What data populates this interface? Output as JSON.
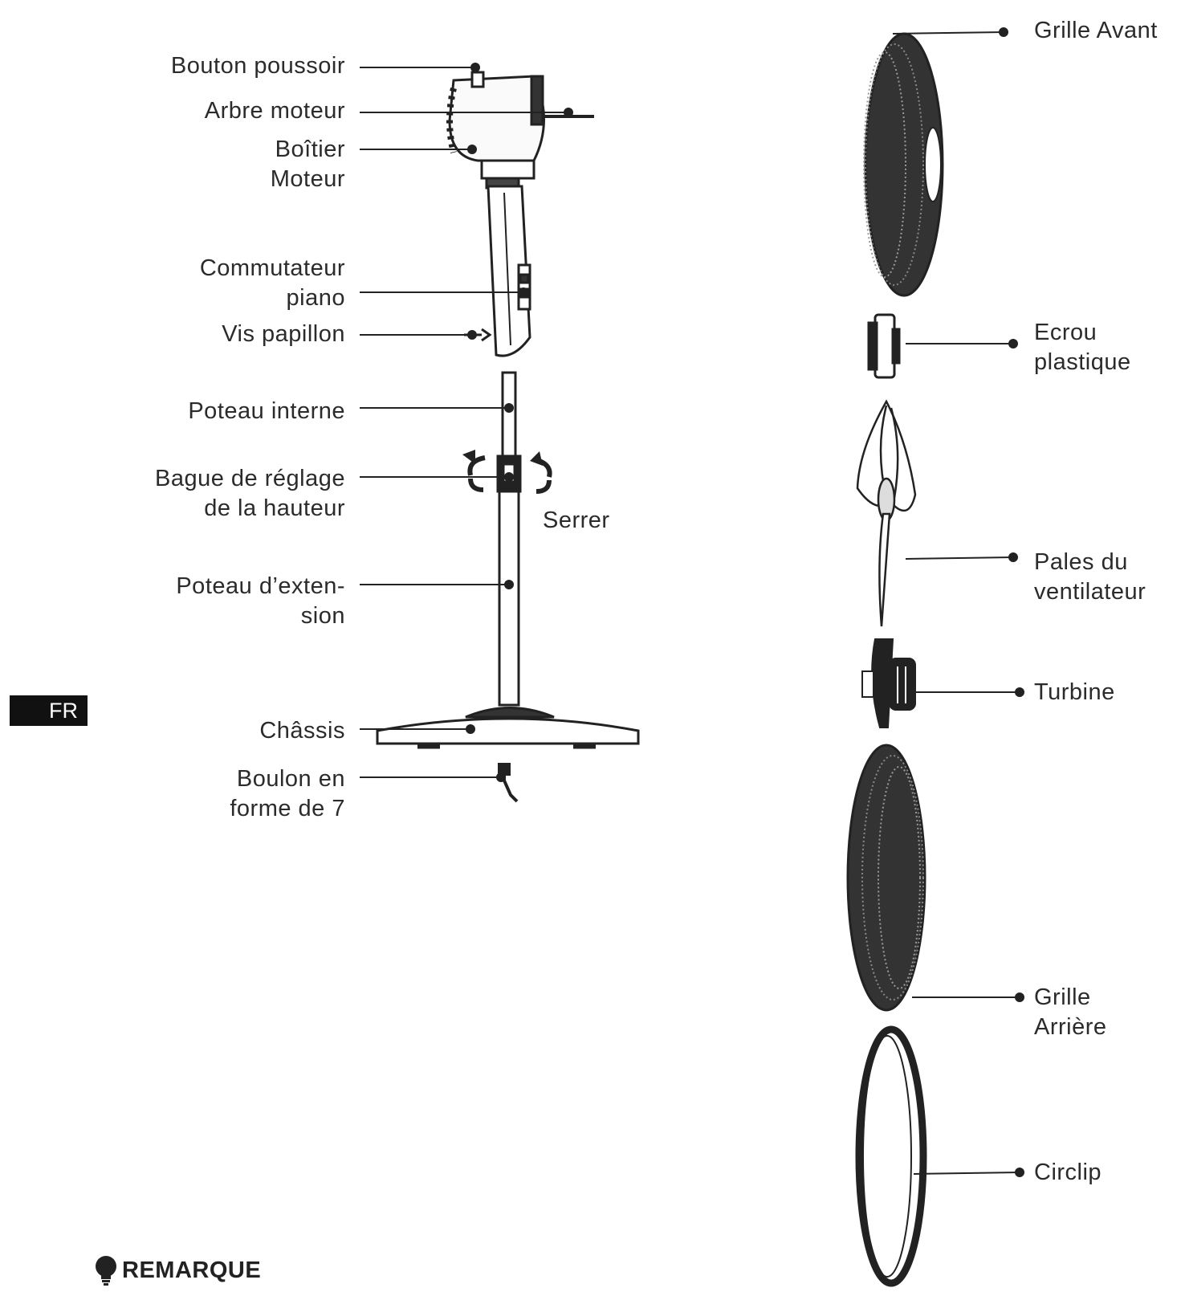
{
  "labels": {
    "bouton_poussoir": [
      "Bouton poussoir"
    ],
    "arbre_moteur": [
      "Arbre moteur"
    ],
    "boitier_moteur": [
      "Boîtier",
      "Moteur"
    ],
    "commutateur_piano": [
      "Commutateur",
      "piano"
    ],
    "vis_papillon": [
      "Vis papillon"
    ],
    "poteau_interne": [
      "Poteau interne"
    ],
    "bague_reglage": [
      "Bague de réglage",
      "de la hauteur"
    ],
    "serrer": [
      "Serrer"
    ],
    "poteau_extension": [
      "Poteau d’exten-",
      "sion"
    ],
    "chassis": [
      "Châssis"
    ],
    "boulon": [
      "Boulon en",
      "forme de 7"
    ],
    "grille_avant": [
      "Grille Avant"
    ],
    "ecrou_plastique": [
      "Ecrou",
      "plastique"
    ],
    "pales": [
      "Pales du",
      "ventilateur"
    ],
    "turbine": [
      "Turbine"
    ],
    "grille_arriere": [
      "Grille",
      "Arrière"
    ],
    "circlip": [
      "Circlip"
    ]
  },
  "lang_tab": "FR",
  "note": {
    "icon": "lightbulb-icon",
    "text": "REMARQUE"
  },
  "colors": {
    "ink": "#222222",
    "tab_bg": "#111111",
    "tab_text": "#ffffff"
  }
}
